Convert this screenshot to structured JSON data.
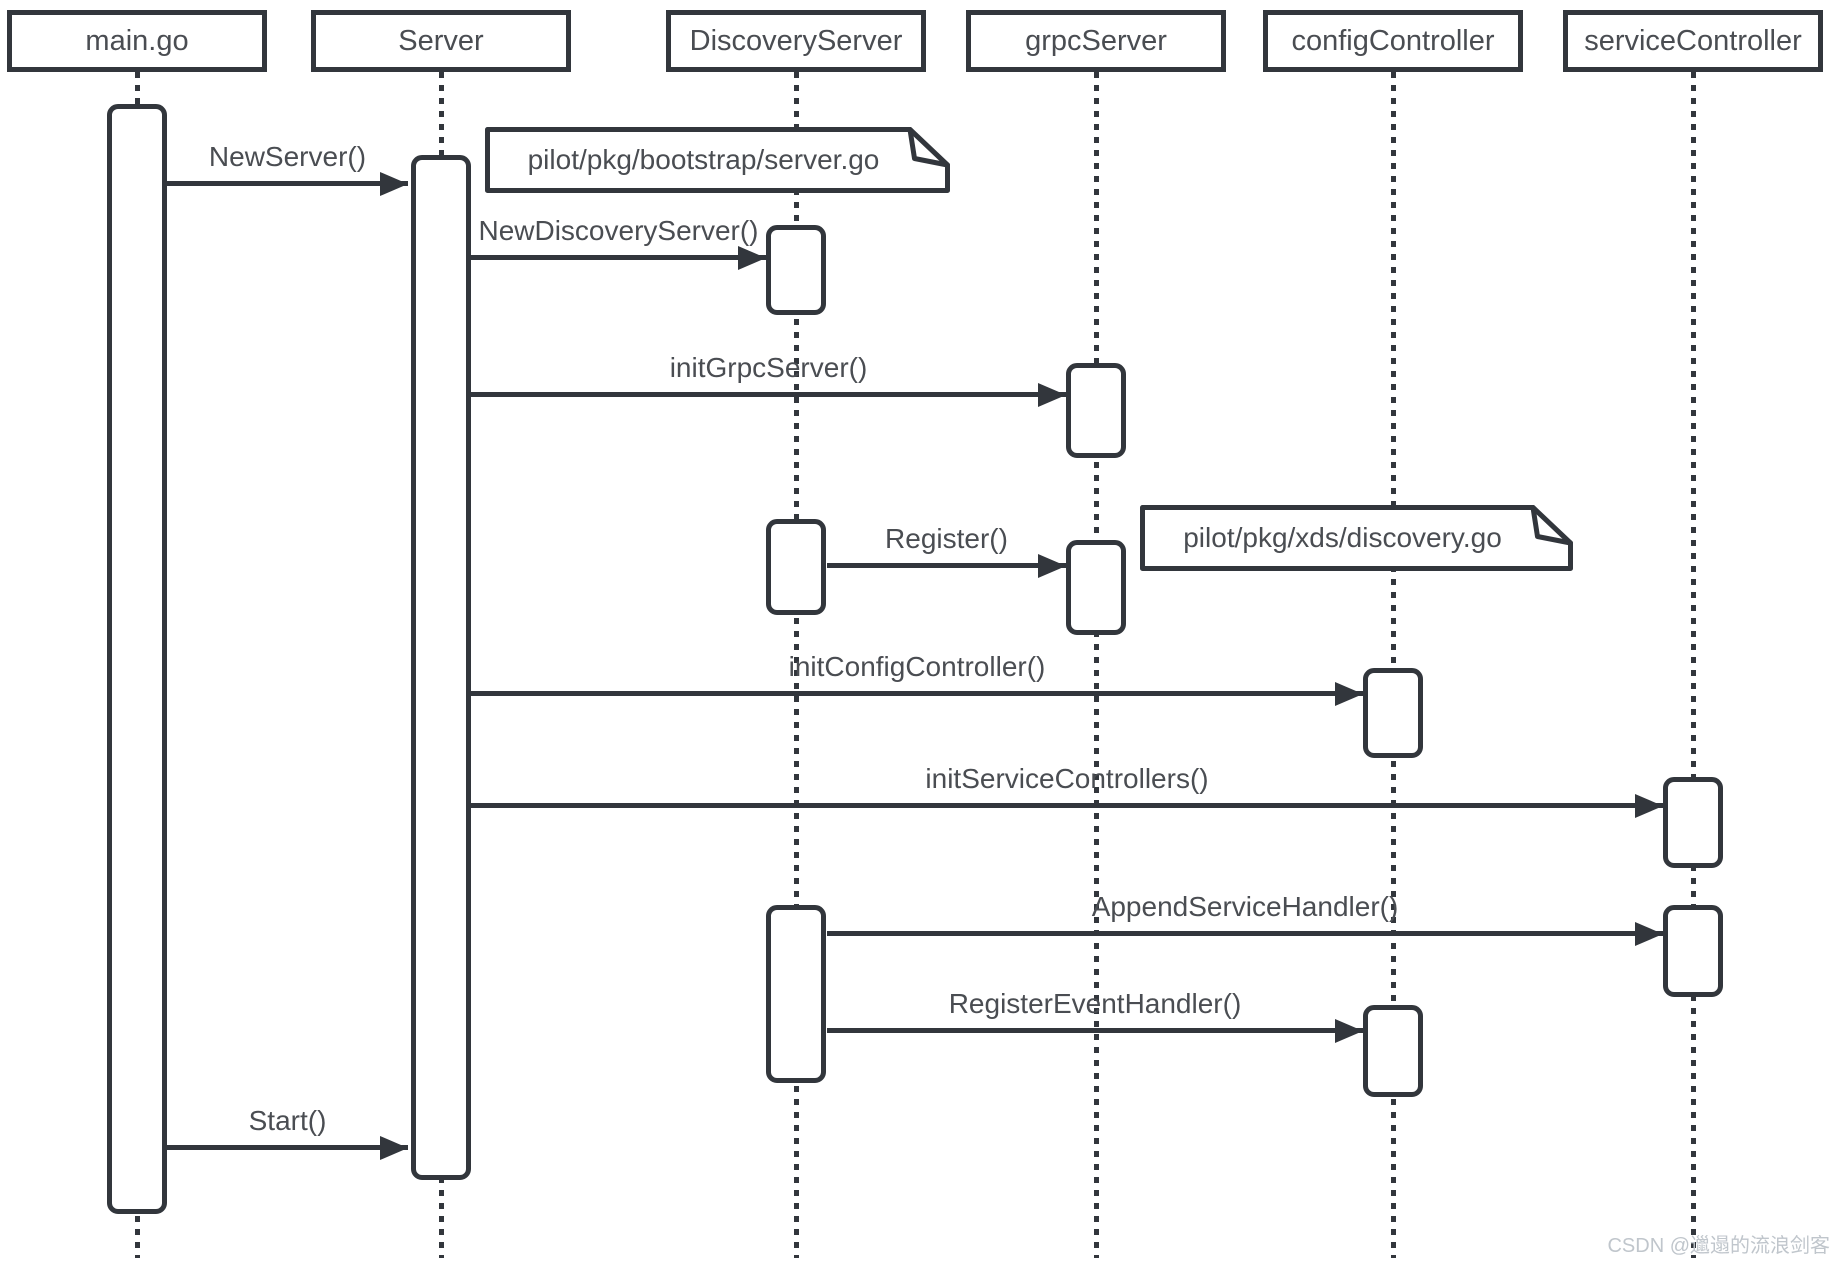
{
  "participants": [
    {
      "label": "main.go"
    },
    {
      "label": "Server"
    },
    {
      "label": "DiscoveryServer"
    },
    {
      "label": "grpcServer"
    },
    {
      "label": "configController"
    },
    {
      "label": "serviceController"
    }
  ],
  "messages": [
    {
      "label": "NewServer()",
      "from": "main.go",
      "to": "Server"
    },
    {
      "label": "NewDiscoveryServer()",
      "from": "Server",
      "to": "DiscoveryServer"
    },
    {
      "label": "initGrpcServer()",
      "from": "Server",
      "to": "grpcServer"
    },
    {
      "label": "Register()",
      "from": "DiscoveryServer",
      "to": "grpcServer"
    },
    {
      "label": "initConfigController()",
      "from": "Server",
      "to": "configController"
    },
    {
      "label": "initServiceControllers()",
      "from": "Server",
      "to": "serviceController"
    },
    {
      "label": "AppendServiceHandler()",
      "from": "DiscoveryServer",
      "to": "serviceController"
    },
    {
      "label": "RegisterEventHandler()",
      "from": "DiscoveryServer",
      "to": "configController"
    },
    {
      "label": "Start()",
      "from": "main.go",
      "to": "Server"
    }
  ],
  "notes": [
    {
      "label": "pilot/pkg/bootstrap/server.go"
    },
    {
      "label": "pilot/pkg/xds/discovery.go"
    }
  ],
  "watermark": "CSDN @邋遢的流浪剑客",
  "colors": {
    "stroke": "#32363c",
    "text": "#4a4d52",
    "background": "#ffffff",
    "watermark": "#c0c6cc"
  }
}
